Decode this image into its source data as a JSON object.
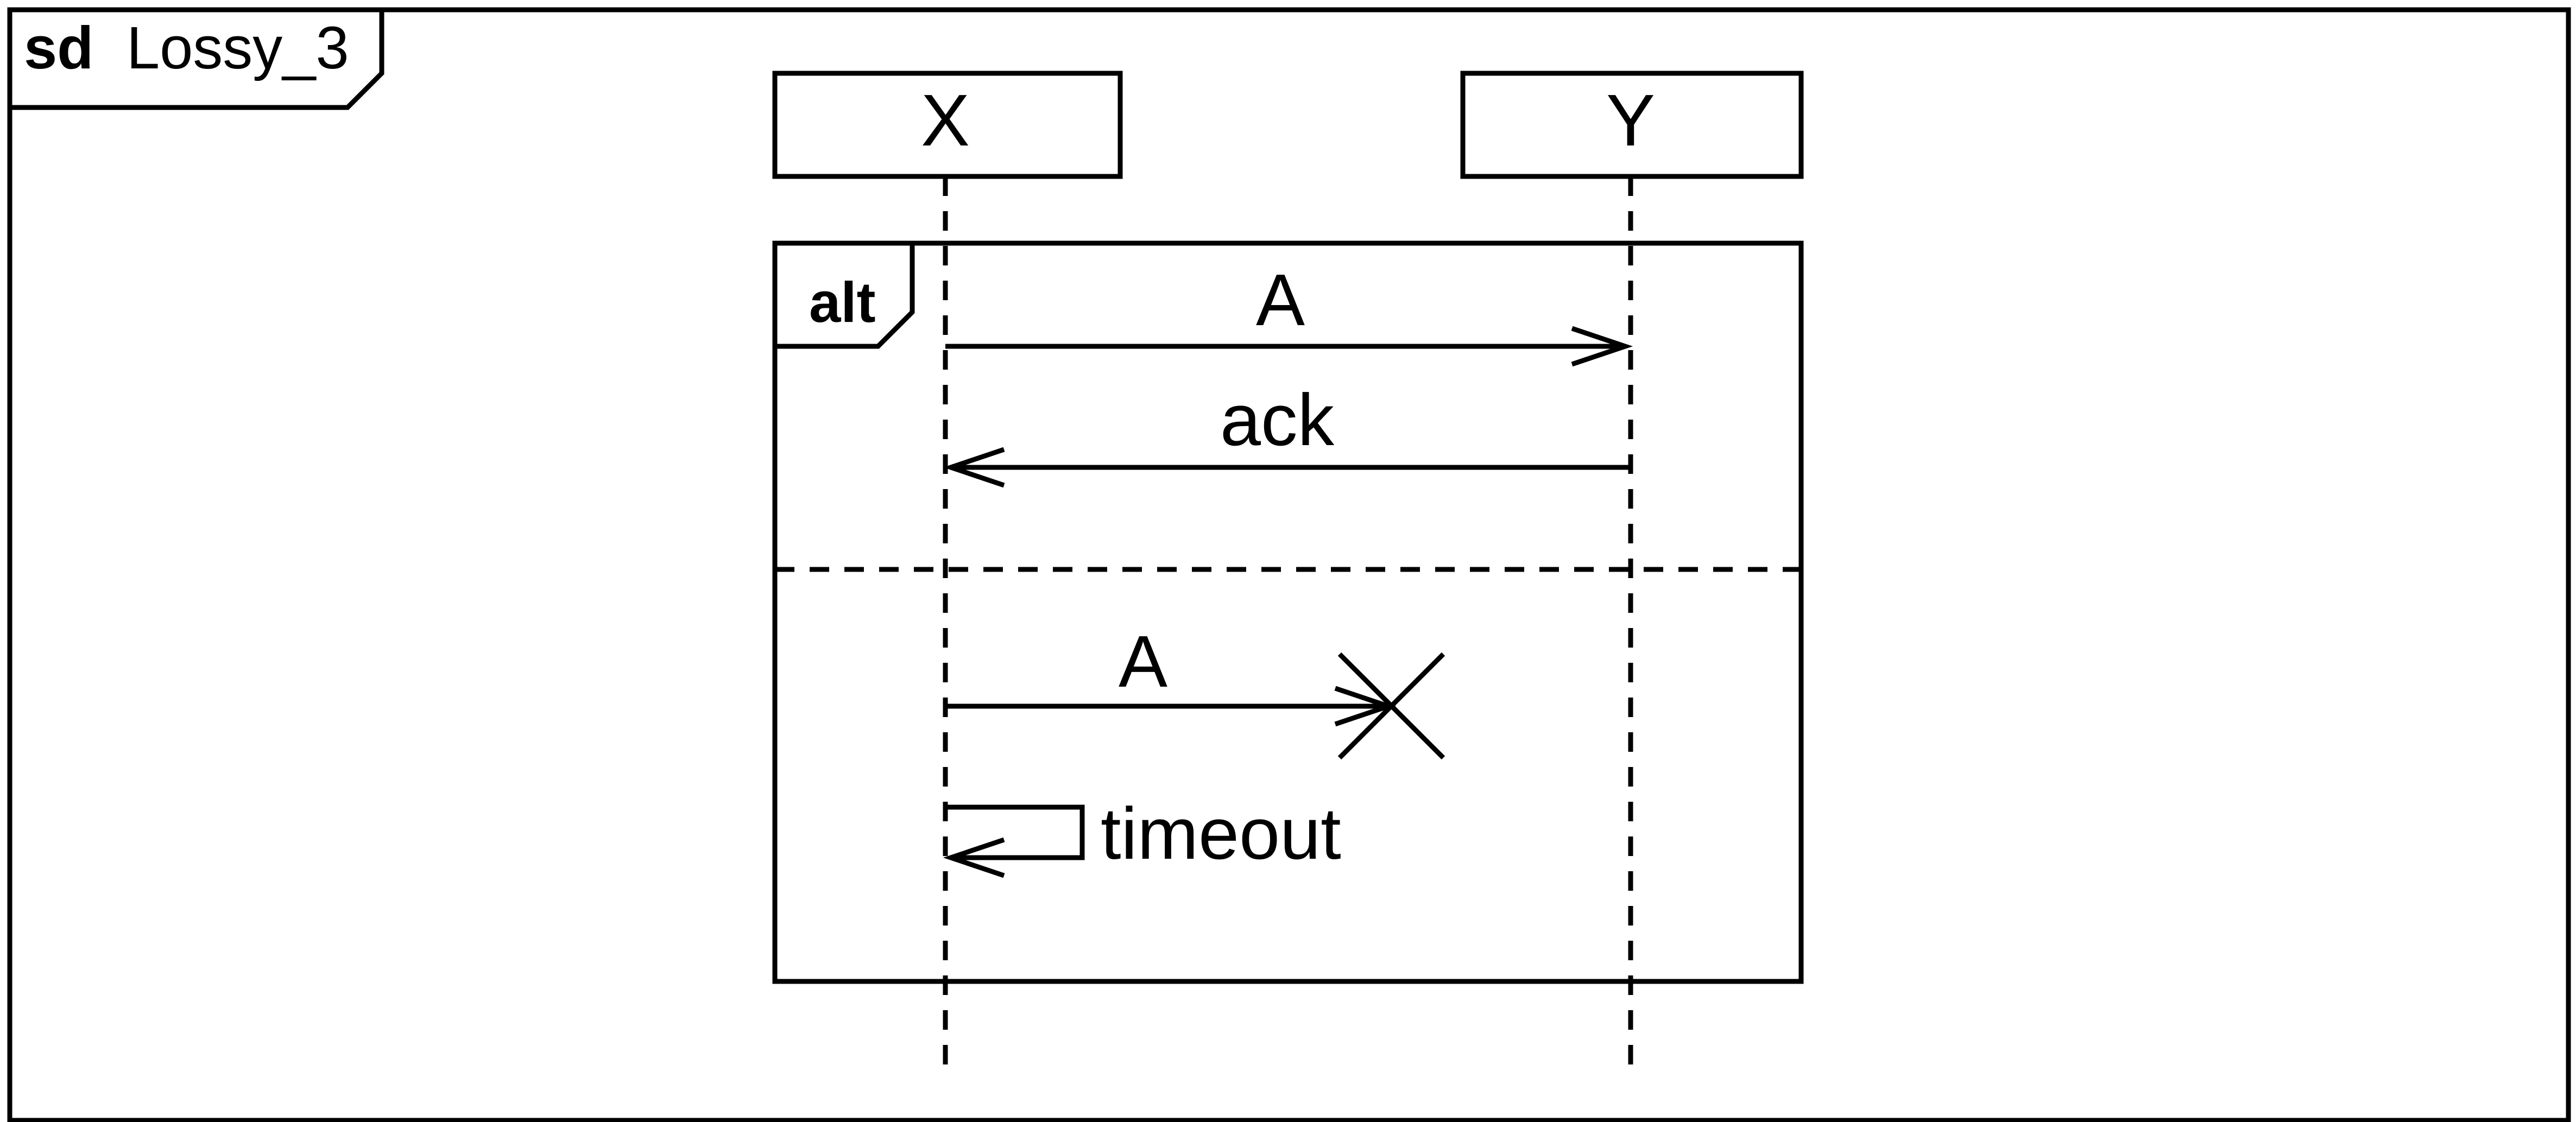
{
  "diagram": {
    "frame": {
      "keyword": "sd",
      "name": "Lossy_3"
    },
    "lifelines": [
      {
        "id": "X",
        "label": "X"
      },
      {
        "id": "Y",
        "label": "Y"
      }
    ],
    "fragment": {
      "operator": "alt",
      "operands": [
        {
          "messages": [
            {
              "from": "X",
              "to": "Y",
              "label": "A",
              "kind": "async"
            },
            {
              "from": "Y",
              "to": "X",
              "label": "ack",
              "kind": "async"
            }
          ]
        },
        {
          "messages": [
            {
              "from": "X",
              "to": "lost",
              "label": "A",
              "kind": "lost"
            },
            {
              "from": "X",
              "to": "X",
              "label": "timeout",
              "kind": "self"
            }
          ]
        }
      ]
    }
  }
}
